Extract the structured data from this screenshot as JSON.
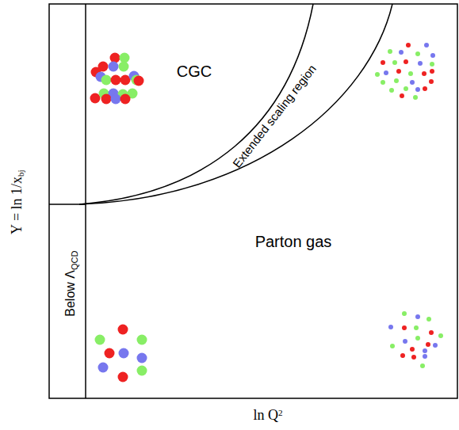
{
  "diagram": {
    "labels": [
      "CGC",
      "Extended scaling region",
      "Parton gas",
      "Below Λ",
      "QCD",
      "Y = ln 1/x",
      "bj",
      "ln Q",
      "2"
    ]
  }
}
